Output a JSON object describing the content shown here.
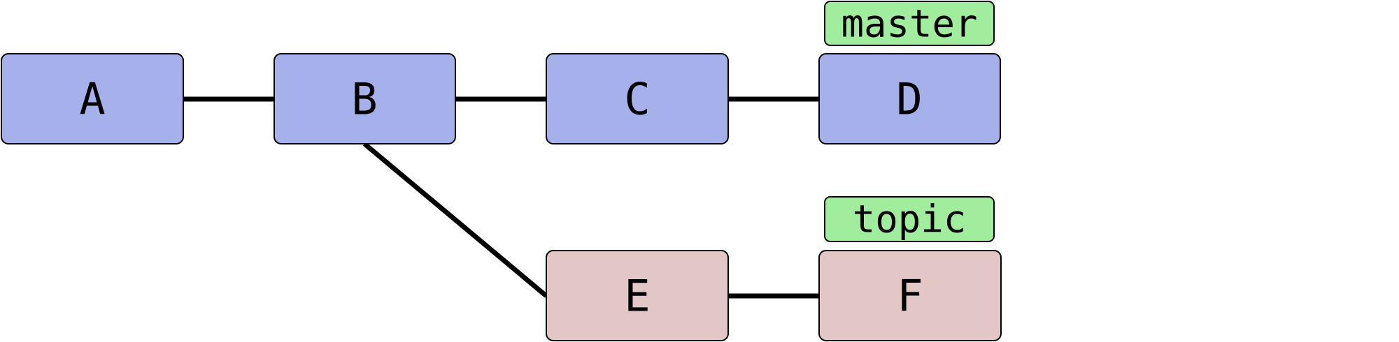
{
  "colors": {
    "main_commit_fill": "#a6b1ec",
    "topic_commit_fill": "#e3c6c6",
    "branch_label_fill": "#a0ed9e",
    "edge_color": "#000000"
  },
  "commits": {
    "a": "A",
    "b": "B",
    "c": "C",
    "d": "D",
    "e": "E",
    "f": "F"
  },
  "branches": {
    "master": "master",
    "topic": "topic"
  }
}
